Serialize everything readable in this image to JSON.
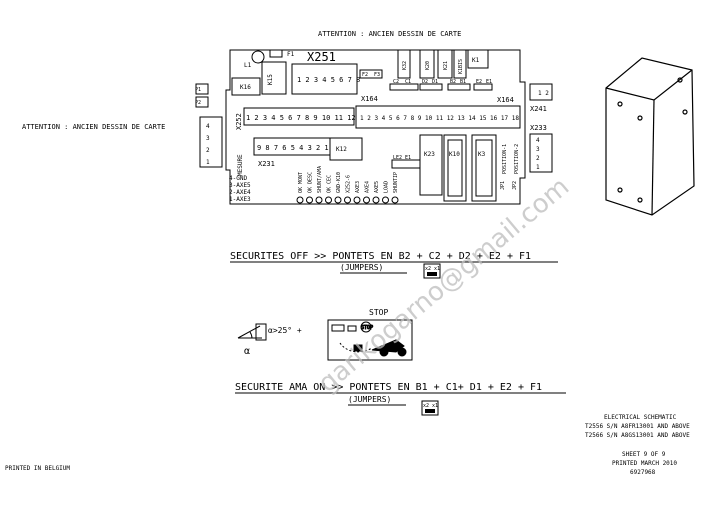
{
  "header": {
    "attention_top": "ATTENTION : ANCIEN DESSIN DE CARTE",
    "attention_left": "ATTENTION : ANCIEN DESSIN DE CARTE"
  },
  "board": {
    "x251": "X251",
    "f1": "F1",
    "l1": "L1",
    "k16": "K16",
    "k15": "K15",
    "x251_pins": "1 2 3 4 5 6 7 8",
    "f2": "F2",
    "f3": "F3",
    "x164_left": "X164",
    "x164_right": "X164",
    "k32": "K32",
    "k20": "K20",
    "k21": "K21",
    "k1bis": "K1BIS",
    "k1": "K1",
    "jumper_labels": [
      "C2",
      "C1",
      "D2",
      "D1",
      "B2",
      "B1",
      "E2",
      "E1"
    ],
    "x252": "X252",
    "x252_pins": "1 2 3 4 5 6 7 8 9 10 11 12",
    "x164_pins": "1 2 3 4 5 6 7 8 9 10 11 12 13 14 15 16 17 18",
    "x231": "X231",
    "x231_pins": "9 8 7 6 5 4 3 2 1",
    "k12": "K12",
    "k23": "K23",
    "k10": "K10",
    "k3": "K3",
    "p_left": [
      "P1",
      "P2"
    ],
    "left_conn_pins": [
      "1",
      "2",
      "3",
      "4"
    ],
    "mesure": "MESURE",
    "axe_labels": [
      "4-GND",
      "3-AXE5",
      "2-AXE4",
      "1-AXE3"
    ],
    "test_points": [
      "OK MONT",
      "OK DESC",
      "SHUNT/AMA",
      "OK CEC",
      "GND-K10",
      "X252-6",
      "AXE3",
      "AXE4",
      "AXE5",
      "LOAD",
      "SHUNTIP"
    ],
    "le2_e1": "LE2  E1",
    "jp1": "JP1",
    "jp2": "JP2",
    "position1": "POSITION-1",
    "position2": "POSITION-2",
    "x241": "X241",
    "x241_pins": "1 2",
    "x233": "X233",
    "x233_pins": [
      "4",
      "3",
      "2",
      "1"
    ]
  },
  "sections": {
    "securites_off": "SECURITES OFF >> PONTETS EN B2 + C2 + D2 + E2 + F1",
    "jumpers": "(JUMPERS)",
    "jumper_small": "x2  x1",
    "stop": "STOP",
    "angle": "α>25°  +",
    "alpha": "α",
    "securite_ama_on": "SECURITE AMA ON >> PONTETS EN B1 + C1+ D1 + E2 + F1",
    "jumpers2": "(JUMPERS)",
    "jumper_small2": "x2  x1"
  },
  "footer": {
    "electrical_schematic": "ELECTRICAL SCHEMATIC",
    "model1": "T2556 S/N A8FR13001 AND ABOVE",
    "model2": "T2566 S/N A8GS13001 AND ABOVE",
    "sheet": "SHEET 9 OF 9",
    "printed_date": "PRINTED MARCH 2010",
    "part_number": "6927968",
    "printed_in": "PRINTED IN BELGIUM"
  },
  "watermark": "garikogarno@gmail.com"
}
